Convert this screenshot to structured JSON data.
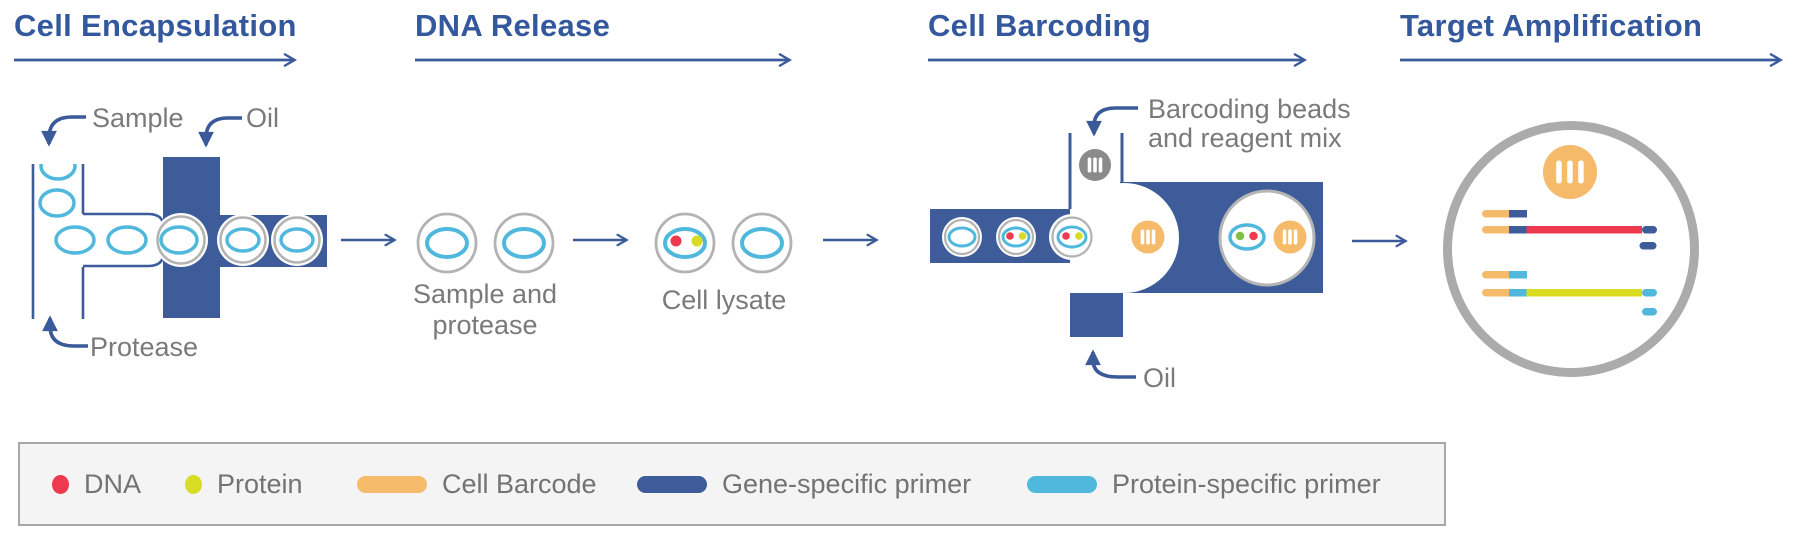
{
  "stages": [
    {
      "title": "Cell Encapsulation"
    },
    {
      "title": "DNA Release"
    },
    {
      "title": "Cell Barcoding"
    },
    {
      "title": "Target Amplification"
    }
  ],
  "annotations": {
    "sample": "Sample",
    "oil_top": "Oil",
    "protease": "Protease",
    "sample_protease_line1": "Sample and",
    "sample_protease_line2": "protease",
    "cell_lysate": "Cell lysate",
    "barcoding_beads_line1": "Barcoding beads",
    "barcoding_beads_line2": "and reagent mix",
    "oil_bottom": "Oil"
  },
  "legend": {
    "items": [
      {
        "label": "DNA",
        "swatch": "dot",
        "color": "#EE3A4E"
      },
      {
        "label": "Protein",
        "swatch": "dot",
        "color": "#D8DC25"
      },
      {
        "label": "Cell Barcode",
        "swatch": "bar",
        "color": "#F6BA6B"
      },
      {
        "label": "Gene-specific primer",
        "swatch": "bar",
        "color": "#3D5C99"
      },
      {
        "label": "Protein-specific primer",
        "swatch": "bar",
        "color": "#4FB8DC"
      }
    ]
  },
  "colors": {
    "header_blue": "#33589D",
    "device_blue": "#3D5C99",
    "cell_membrane_cyan": "#4FB8DC",
    "dna_red": "#EE3A4E",
    "protein_yellow": "#D8DC25",
    "green_dot": "#7DC242",
    "barcode_orange": "#F6BA6B",
    "bead_gray": "#8A8A8A",
    "label_gray": "#7A7A7A",
    "droplet_rim_gray": "#B3B3B3",
    "amplification_rim_gray": "#ABABAB",
    "legend_bg": "#F4F4F4",
    "legend_border": "#A8A8A8"
  }
}
